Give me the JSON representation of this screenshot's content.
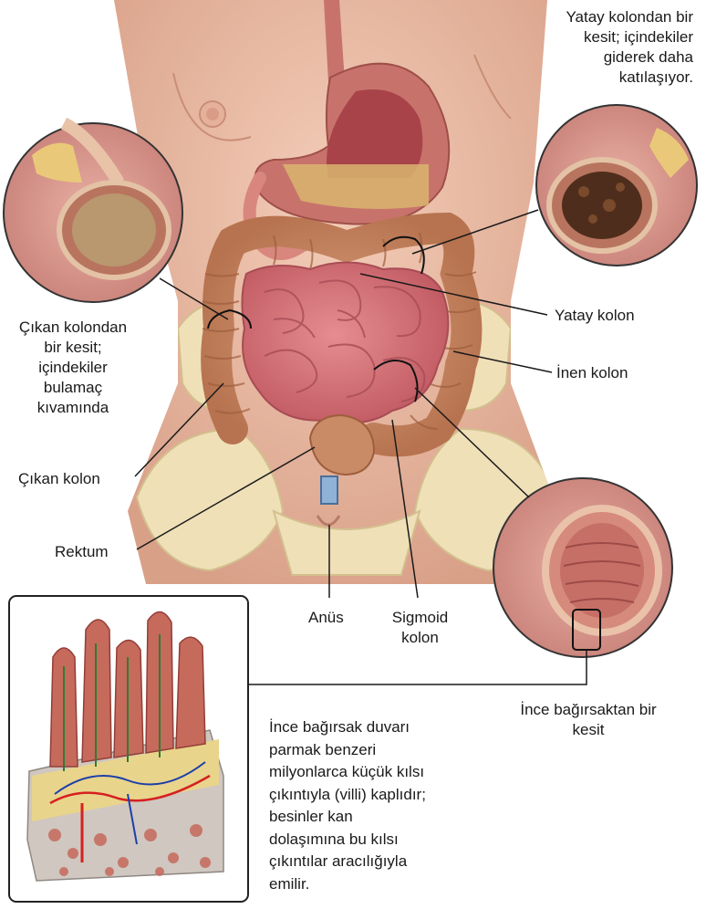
{
  "labels": {
    "transverse_section": "Yatay kolondan bir\nkesit; içindekiler\ngiderek daha\nkatılaşıyor.",
    "ascending_section": "Çıkan kolondan\nbir kesit;\niçindekiler\nbulamaç\nkıvamında",
    "transverse_colon": "Yatay kolon",
    "descending_colon": "İnen kolon",
    "ascending_colon": "Çıkan kolon",
    "rectum": "Rektum",
    "anus": "Anüs",
    "sigmoid_colon": "Sigmoid\nkolon",
    "small_intestine_section": "İnce bağırsaktan bir\nkesit",
    "villi_description": "İnce bağırsak duvarı\nparmak benzeri\nmilyonlarca küçük kılsı\nçıkıntıyla (villi) kaplıdır;\nbesinler kan\ndolaşımına bu kılsı\nçıkıntılar aracılığıyla\nemilir."
  },
  "colors": {
    "skin": "#e9b9a2",
    "colon": "#c98a66",
    "small_intestine": "#d9777c",
    "stomach": "#c7736c",
    "bone": "#efe0b8",
    "leader_line": "#1a1a1a"
  }
}
